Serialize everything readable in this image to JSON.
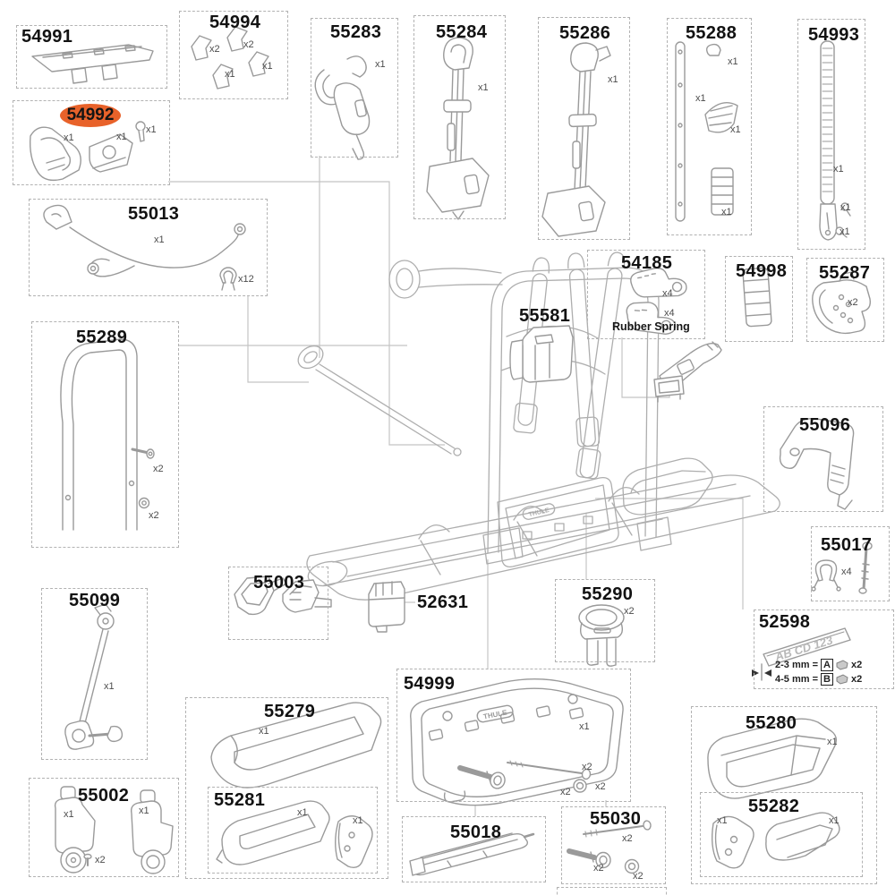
{
  "diagram": {
    "kind": "exploded spare-parts diagram",
    "subject": "towbar bike carrier parts"
  },
  "colors": {
    "highlight": "#e8622a",
    "line": "#9a9a9a",
    "leader": "#c4c4c4"
  },
  "parts": {
    "p54991": {
      "label": "54991"
    },
    "p54994": {
      "label": "54994",
      "qty": [
        "x2",
        "x2",
        "x1",
        "x1"
      ]
    },
    "p54992": {
      "label": "54992",
      "qty": [
        "x1",
        "x1",
        "x1"
      ],
      "highlighted": true
    },
    "p55283": {
      "label": "55283",
      "qty": [
        "x1"
      ]
    },
    "p55284": {
      "label": "55284",
      "qty": [
        "x1"
      ]
    },
    "p55286": {
      "label": "55286",
      "qty": [
        "x1"
      ]
    },
    "p55288": {
      "label": "55288",
      "qty": [
        "x1",
        "x1",
        "x1",
        "x1"
      ]
    },
    "p54993": {
      "label": "54993",
      "qty": [
        "x1",
        "x1",
        "x1"
      ]
    },
    "p55013": {
      "label": "55013",
      "qty": [
        "x1",
        "x12"
      ]
    },
    "p55289": {
      "label": "55289",
      "qty": [
        "x2",
        "x2"
      ]
    },
    "p55581": {
      "label": "55581"
    },
    "p54185": {
      "label": "54185",
      "qty": [
        "x4",
        "x4"
      ],
      "note": "Rubber Spring"
    },
    "p54998": {
      "label": "54998"
    },
    "p55287": {
      "label": "55287",
      "qty": [
        "x2"
      ]
    },
    "p55096": {
      "label": "55096"
    },
    "p55017": {
      "label": "55017",
      "qty": [
        "x4"
      ]
    },
    "p52598": {
      "label": "52598",
      "plate_text": "AB CD 123",
      "rows": [
        {
          "range": "2-3 mm =",
          "key": "A",
          "qty": "x2"
        },
        {
          "range": "4-5 mm =",
          "key": "B",
          "qty": "x2"
        }
      ]
    },
    "p55099": {
      "label": "55099",
      "qty": [
        "x1"
      ]
    },
    "p55002": {
      "label": "55002",
      "qty": [
        "x1",
        "x1",
        "x2"
      ]
    },
    "p55003": {
      "label": "55003"
    },
    "p52631": {
      "label": "52631"
    },
    "p55290": {
      "label": "55290",
      "qty": [
        "x2"
      ]
    },
    "p55279": {
      "label": "55279",
      "qty": [
        "x1"
      ]
    },
    "p55281": {
      "label": "55281",
      "qty": [
        "x1",
        "x1"
      ]
    },
    "p54999": {
      "label": "54999",
      "qty": [
        "x1",
        "x2",
        "x2",
        "x2"
      ],
      "logo": "THULE"
    },
    "p55018": {
      "label": "55018"
    },
    "p55030": {
      "label": "55030",
      "qty": [
        "x2",
        "x2",
        "x2"
      ]
    },
    "p55280": {
      "label": "55280",
      "qty": [
        "x1"
      ]
    },
    "p55282": {
      "label": "55282",
      "qty": [
        "x1",
        "x1"
      ]
    }
  }
}
